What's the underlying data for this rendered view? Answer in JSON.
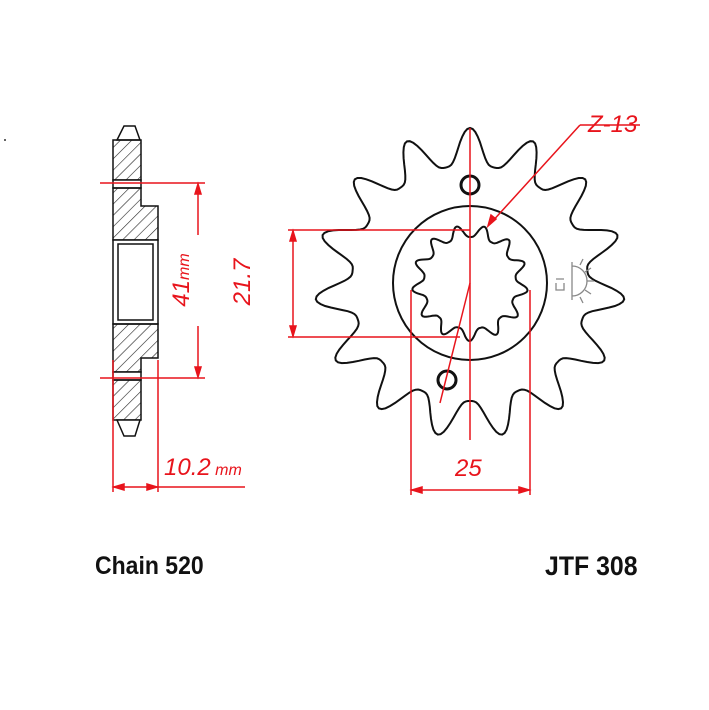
{
  "dimensions": {
    "bore_height": "41",
    "bore_height_unit": "mm",
    "hub_width": "10.2",
    "hub_width_unit": "mm",
    "spline_width": "21.7",
    "spline_diameter": "25",
    "spline_count": "Z-13"
  },
  "labels": {
    "chain": "Chain 520",
    "part_number": "JTF 308"
  },
  "colors": {
    "outline": "#111111",
    "dimension": "#e8141c",
    "symbol": "#888888"
  }
}
